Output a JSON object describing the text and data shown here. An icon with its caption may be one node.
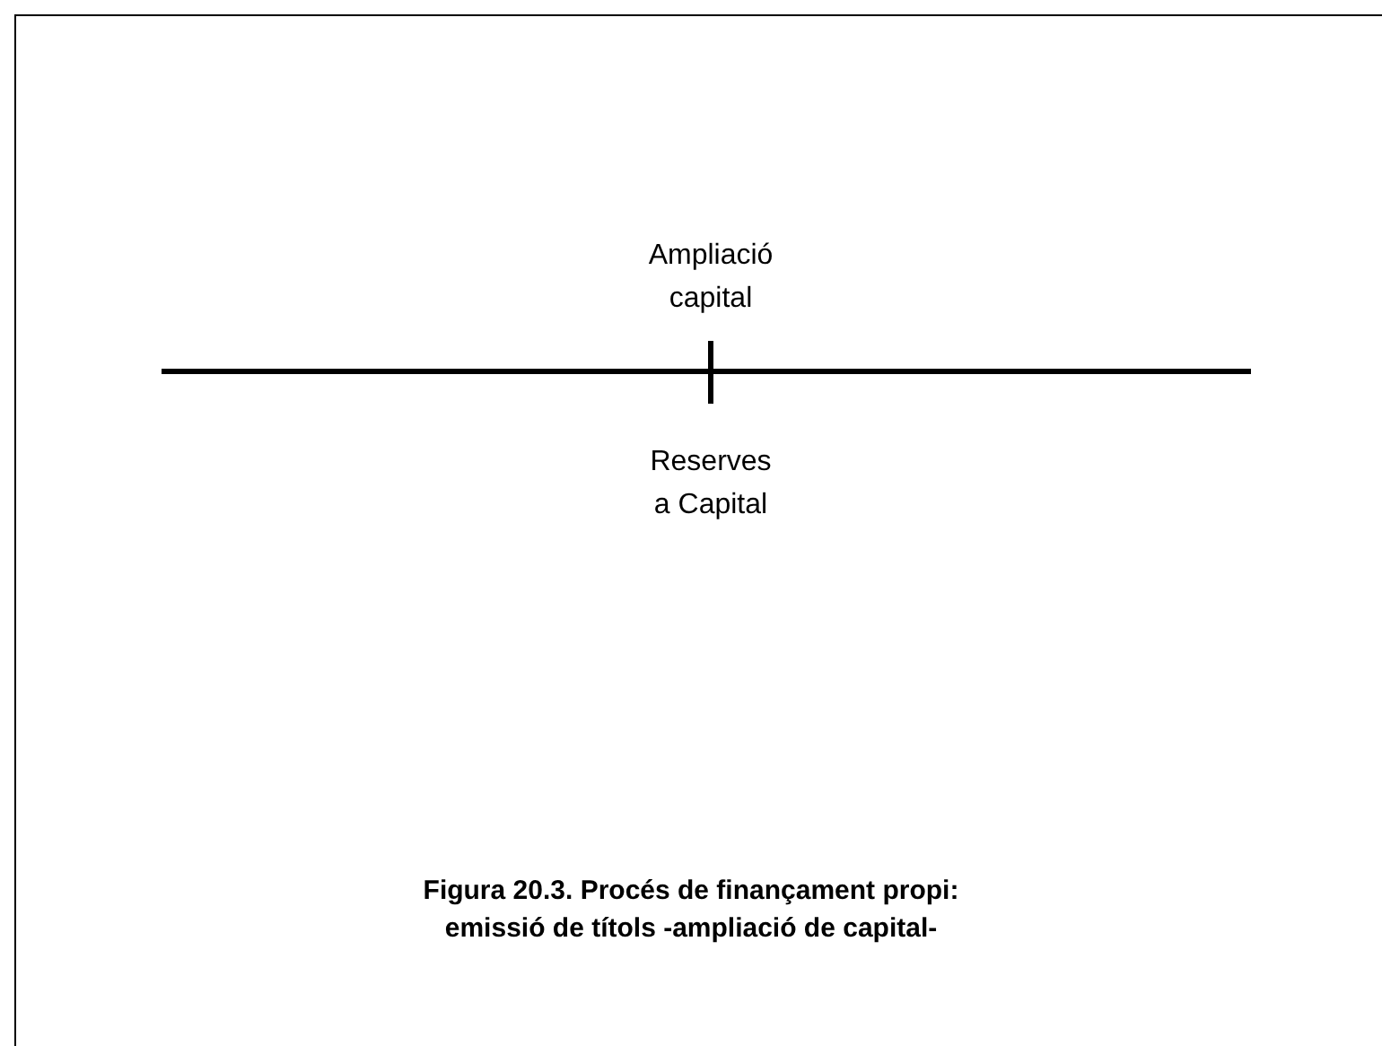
{
  "diagram": {
    "caption": "Figura 20.3. Procés de finançament propi: emissió de títols -ampliació de capital-",
    "labels": [
      "Ampliació capital",
      "Reserves a Capital"
    ]
  }
}
